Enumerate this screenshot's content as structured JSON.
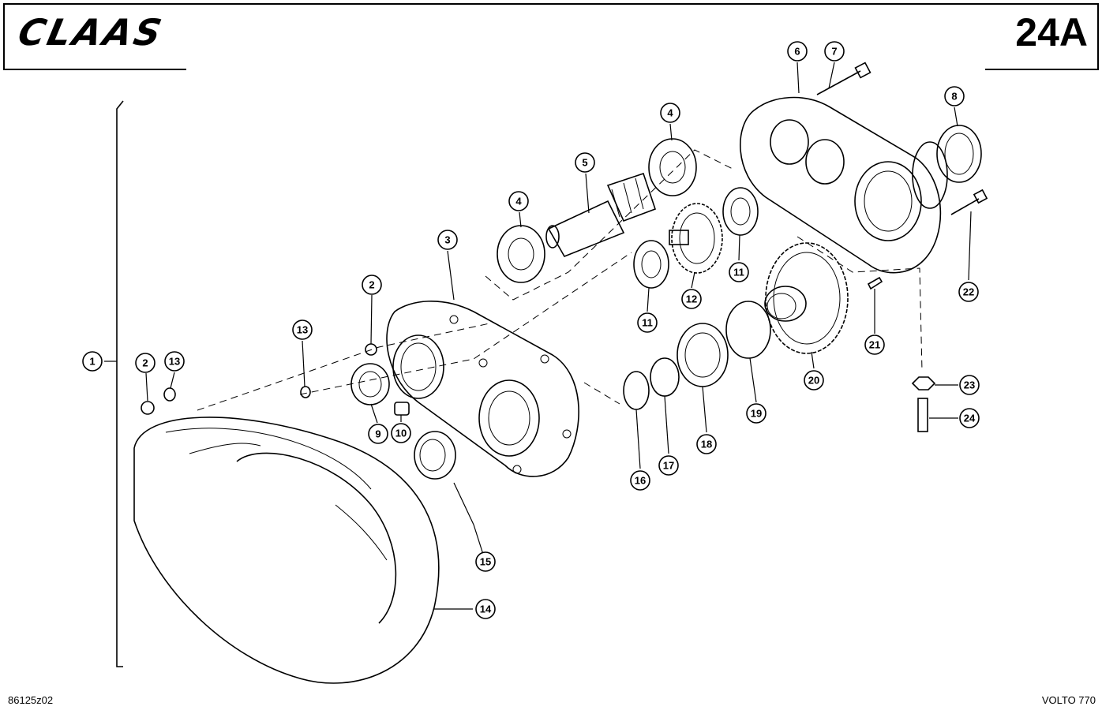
{
  "header": {
    "brand": "CLAAS",
    "page_number": "24A"
  },
  "footer": {
    "drawing_code": "86125z02",
    "model": "VOLTO 770"
  },
  "callouts": [
    {
      "id": "c1",
      "label": "1"
    },
    {
      "id": "c2a",
      "label": "2"
    },
    {
      "id": "c2b",
      "label": "2"
    },
    {
      "id": "c3",
      "label": "3"
    },
    {
      "id": "c4a",
      "label": "4"
    },
    {
      "id": "c4b",
      "label": "4"
    },
    {
      "id": "c5",
      "label": "5"
    },
    {
      "id": "c6",
      "label": "6"
    },
    {
      "id": "c7",
      "label": "7"
    },
    {
      "id": "c8",
      "label": "8"
    },
    {
      "id": "c9",
      "label": "9"
    },
    {
      "id": "c10",
      "label": "10"
    },
    {
      "id": "c11a",
      "label": "11"
    },
    {
      "id": "c11b",
      "label": "11"
    },
    {
      "id": "c12",
      "label": "12"
    },
    {
      "id": "c13a",
      "label": "13"
    },
    {
      "id": "c13b",
      "label": "13"
    },
    {
      "id": "c14",
      "label": "14"
    },
    {
      "id": "c15",
      "label": "15"
    },
    {
      "id": "c16",
      "label": "16"
    },
    {
      "id": "c17",
      "label": "17"
    },
    {
      "id": "c18",
      "label": "18"
    },
    {
      "id": "c19",
      "label": "19"
    },
    {
      "id": "c20",
      "label": "20"
    },
    {
      "id": "c21",
      "label": "21"
    },
    {
      "id": "c22",
      "label": "22"
    },
    {
      "id": "c23",
      "label": "23"
    },
    {
      "id": "c24",
      "label": "24"
    }
  ]
}
